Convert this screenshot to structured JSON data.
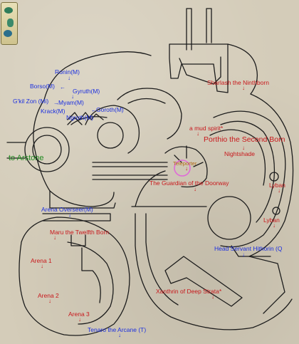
{
  "colors": {
    "wall": "#1c1c1c",
    "npc_friendly": "#1b2fe0",
    "npc_hostile": "#c8171b",
    "zone_link": "#1f8a1f",
    "marker": "#e06ad8",
    "teleporter_label": "#b26b1a"
  },
  "emblem": {
    "icon": "zone-emblem-icon"
  },
  "labels": {
    "ronin": "Ronin(M)",
    "borso": "Borso(M)",
    "gyruth": "Gyruth(M)",
    "gkil": "G'kil Zon (Mi)",
    "myam": "Myam(M)",
    "krack": "Krack(M)",
    "goroth": "Goroth(M)",
    "ngroth": "Ngroth(M)",
    "sharlash": "Sharlash the Ninthborn",
    "mud_spirit": "a mud spirit*",
    "porthio": "Porthio the Second Born",
    "nightshade": "Nightshade",
    "to_arstone": "to Arstone",
    "teleporter": "Teleporter",
    "guardian": "The Guardian of the Doorway",
    "lyban_1": "Lyban",
    "lyban_2": "Lyban",
    "arena_overseer": "Arena Overseer(M)",
    "maru": "Maru the Twelfth Born",
    "hithorin": "Head Servant Hithorin (Q",
    "arena_1": "Arena 1",
    "arena_2": "Arena 2",
    "arena_3": "Arena 3",
    "xanthrin": "Xanthrin of Deep Strata*",
    "tenaro": "Tenaro the Arcane (T)"
  }
}
